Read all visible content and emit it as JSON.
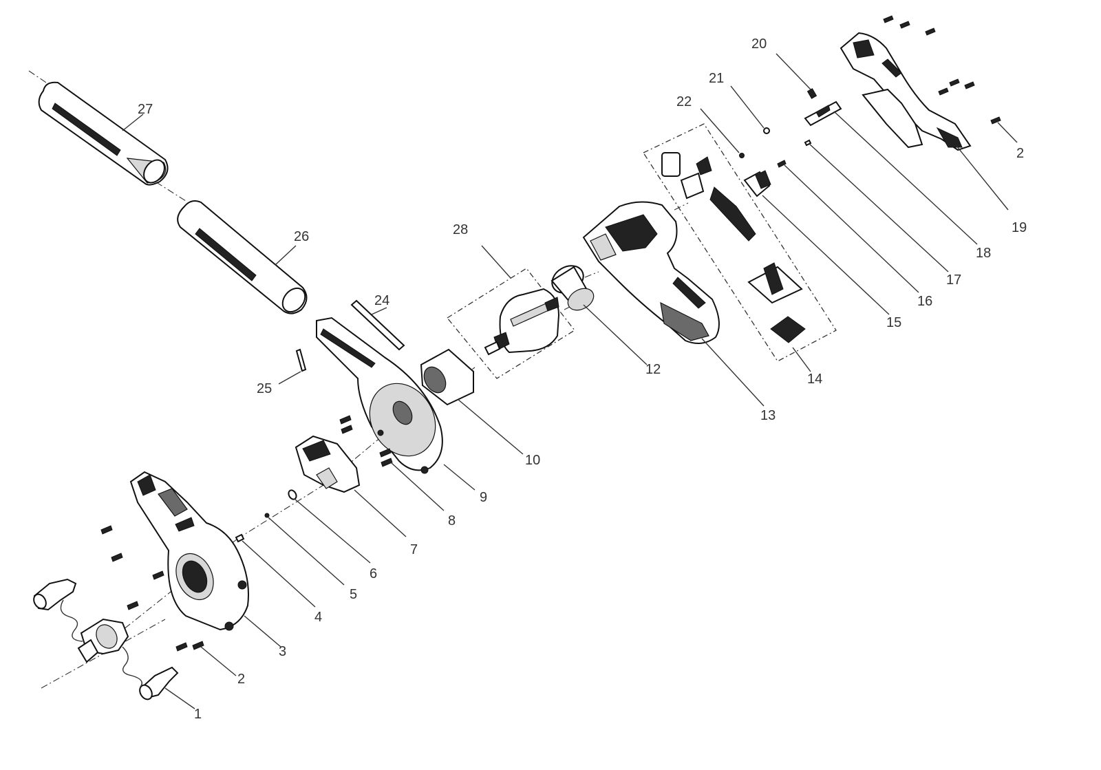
{
  "diagram": {
    "callouts": [
      "1",
      "2",
      "3",
      "4",
      "5",
      "6",
      "7",
      "8",
      "9",
      "10",
      "12",
      "13",
      "14",
      "15",
      "16",
      "17",
      "18",
      "19",
      "20",
      "21",
      "22",
      "24",
      "25",
      "26",
      "27",
      "28"
    ],
    "callout_2_duplicate": "2"
  }
}
